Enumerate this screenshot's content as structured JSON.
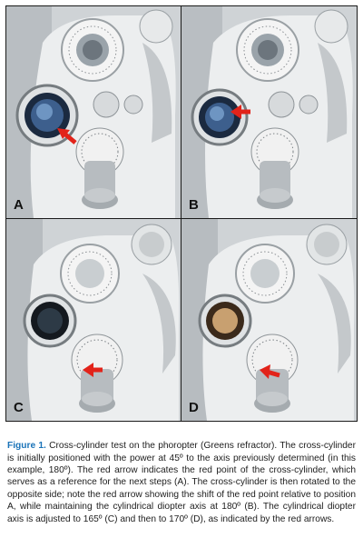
{
  "figure": {
    "panels": [
      {
        "label": "A"
      },
      {
        "label": "B"
      },
      {
        "label": "C"
      },
      {
        "label": "D"
      }
    ],
    "caption": {
      "figure_label": "Figure 1.",
      "text": " Cross-cylinder test on the phoropter (Greens refractor). The cross-cylinder is initially positioned with the power at 45º to the axis previously determined (in this example, 180º). The red arrow indicates the red point of the cross-cylinder, which serves as a reference for the next steps (A). The cross-cylinder is then rotated to the opposite side; note the red arrow showing the shift of the red point relative to position A, while maintaining the cylindrical diopter axis at 180º (B). The cylindrical diopter axis is adjusted to 165º (C) and then to 170º (D), as indicated by the red arrows."
    },
    "colors": {
      "arrow": "#e2231a",
      "figure_label": "#1a73b8",
      "divider": "#1a1a1a"
    }
  }
}
